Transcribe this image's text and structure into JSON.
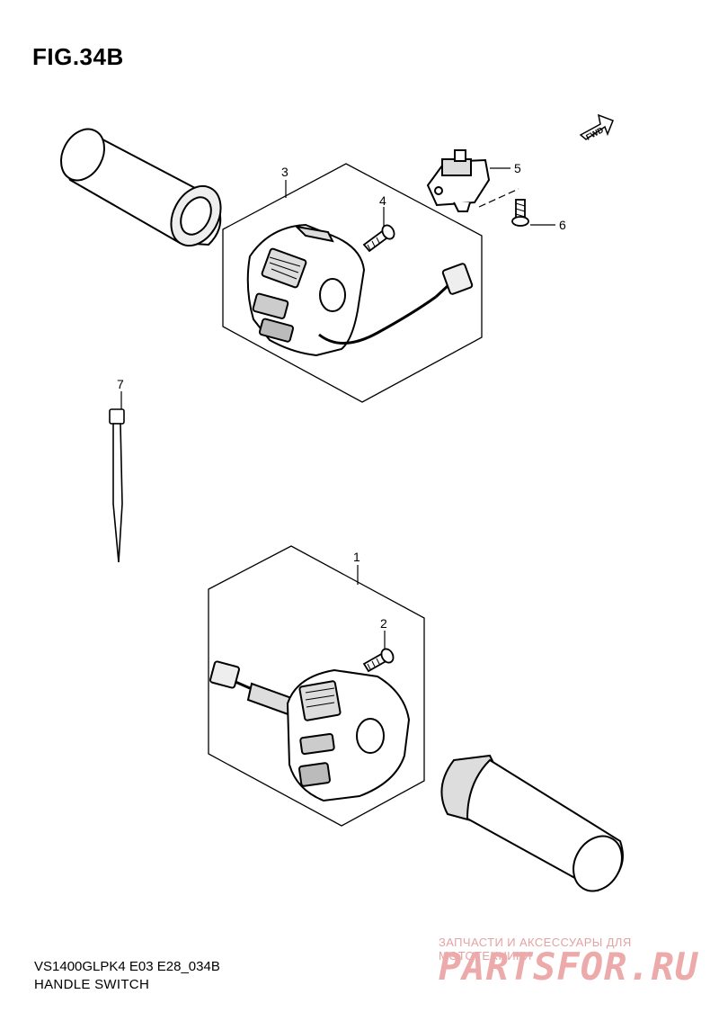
{
  "figure": {
    "title": "FIG.34B"
  },
  "direction_marker": {
    "label": "FWD",
    "icon": "forward-arrow-icon"
  },
  "callouts": [
    {
      "number": "1"
    },
    {
      "number": "2"
    },
    {
      "number": "3"
    },
    {
      "number": "4"
    },
    {
      "number": "5"
    },
    {
      "number": "6"
    },
    {
      "number": "7"
    }
  ],
  "footer": {
    "model_code": "VS1400GLPK4 E03 E28_034B",
    "section_name": "HANDLE SWITCH"
  },
  "watermark": {
    "caption": "ЗАПЧАСТИ И АКСЕССУАРЫ ДЛЯ МОТОТЕХНИКИ",
    "logo": "PARTSFOR.RU"
  }
}
